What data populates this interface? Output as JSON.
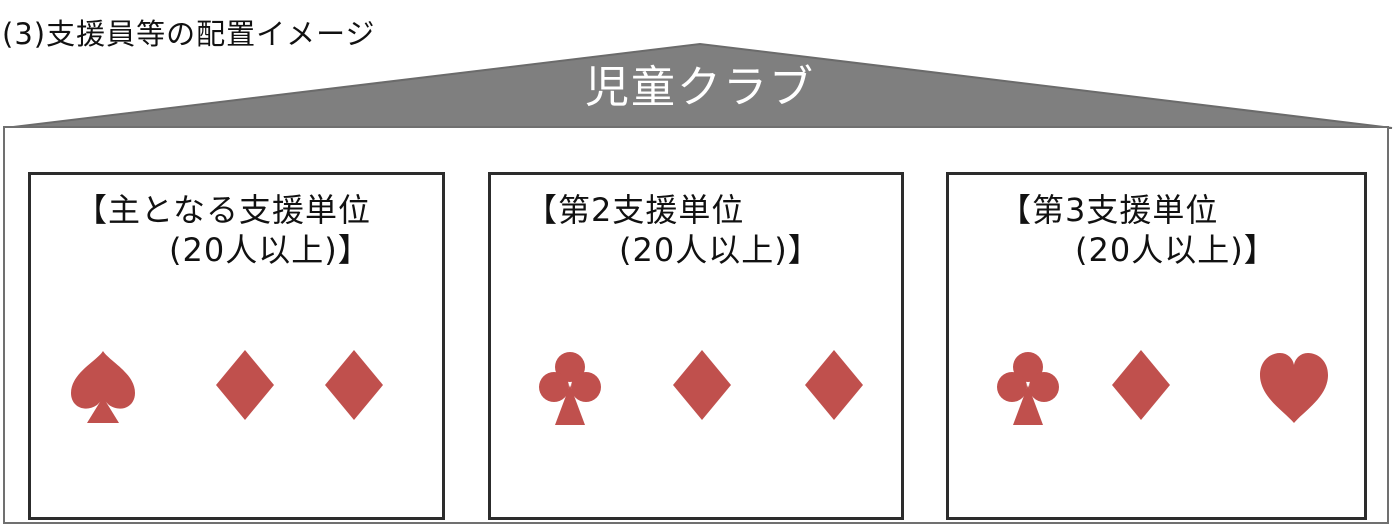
{
  "section_title": "(3)支援員等の配置イメージ",
  "building": {
    "name": "児童クラブ",
    "roof_color": "#7f7f7f"
  },
  "units": [
    {
      "line1": "【主となる支援単位",
      "line2": "(20人以上)】",
      "suits": [
        "spade",
        "diamond",
        "diamond"
      ]
    },
    {
      "line1": "【第2支援単位",
      "line2": "(20人以上)】",
      "suits": [
        "club",
        "diamond",
        "diamond"
      ]
    },
    {
      "line1": "【第3支援単位",
      "line2": "(20人以上)】",
      "suits": [
        "club",
        "diamond",
        "heart"
      ]
    }
  ],
  "colors": {
    "suit_fill": "#c0504d",
    "unit_border": "#2c2c2c",
    "building_border": "#707070"
  }
}
